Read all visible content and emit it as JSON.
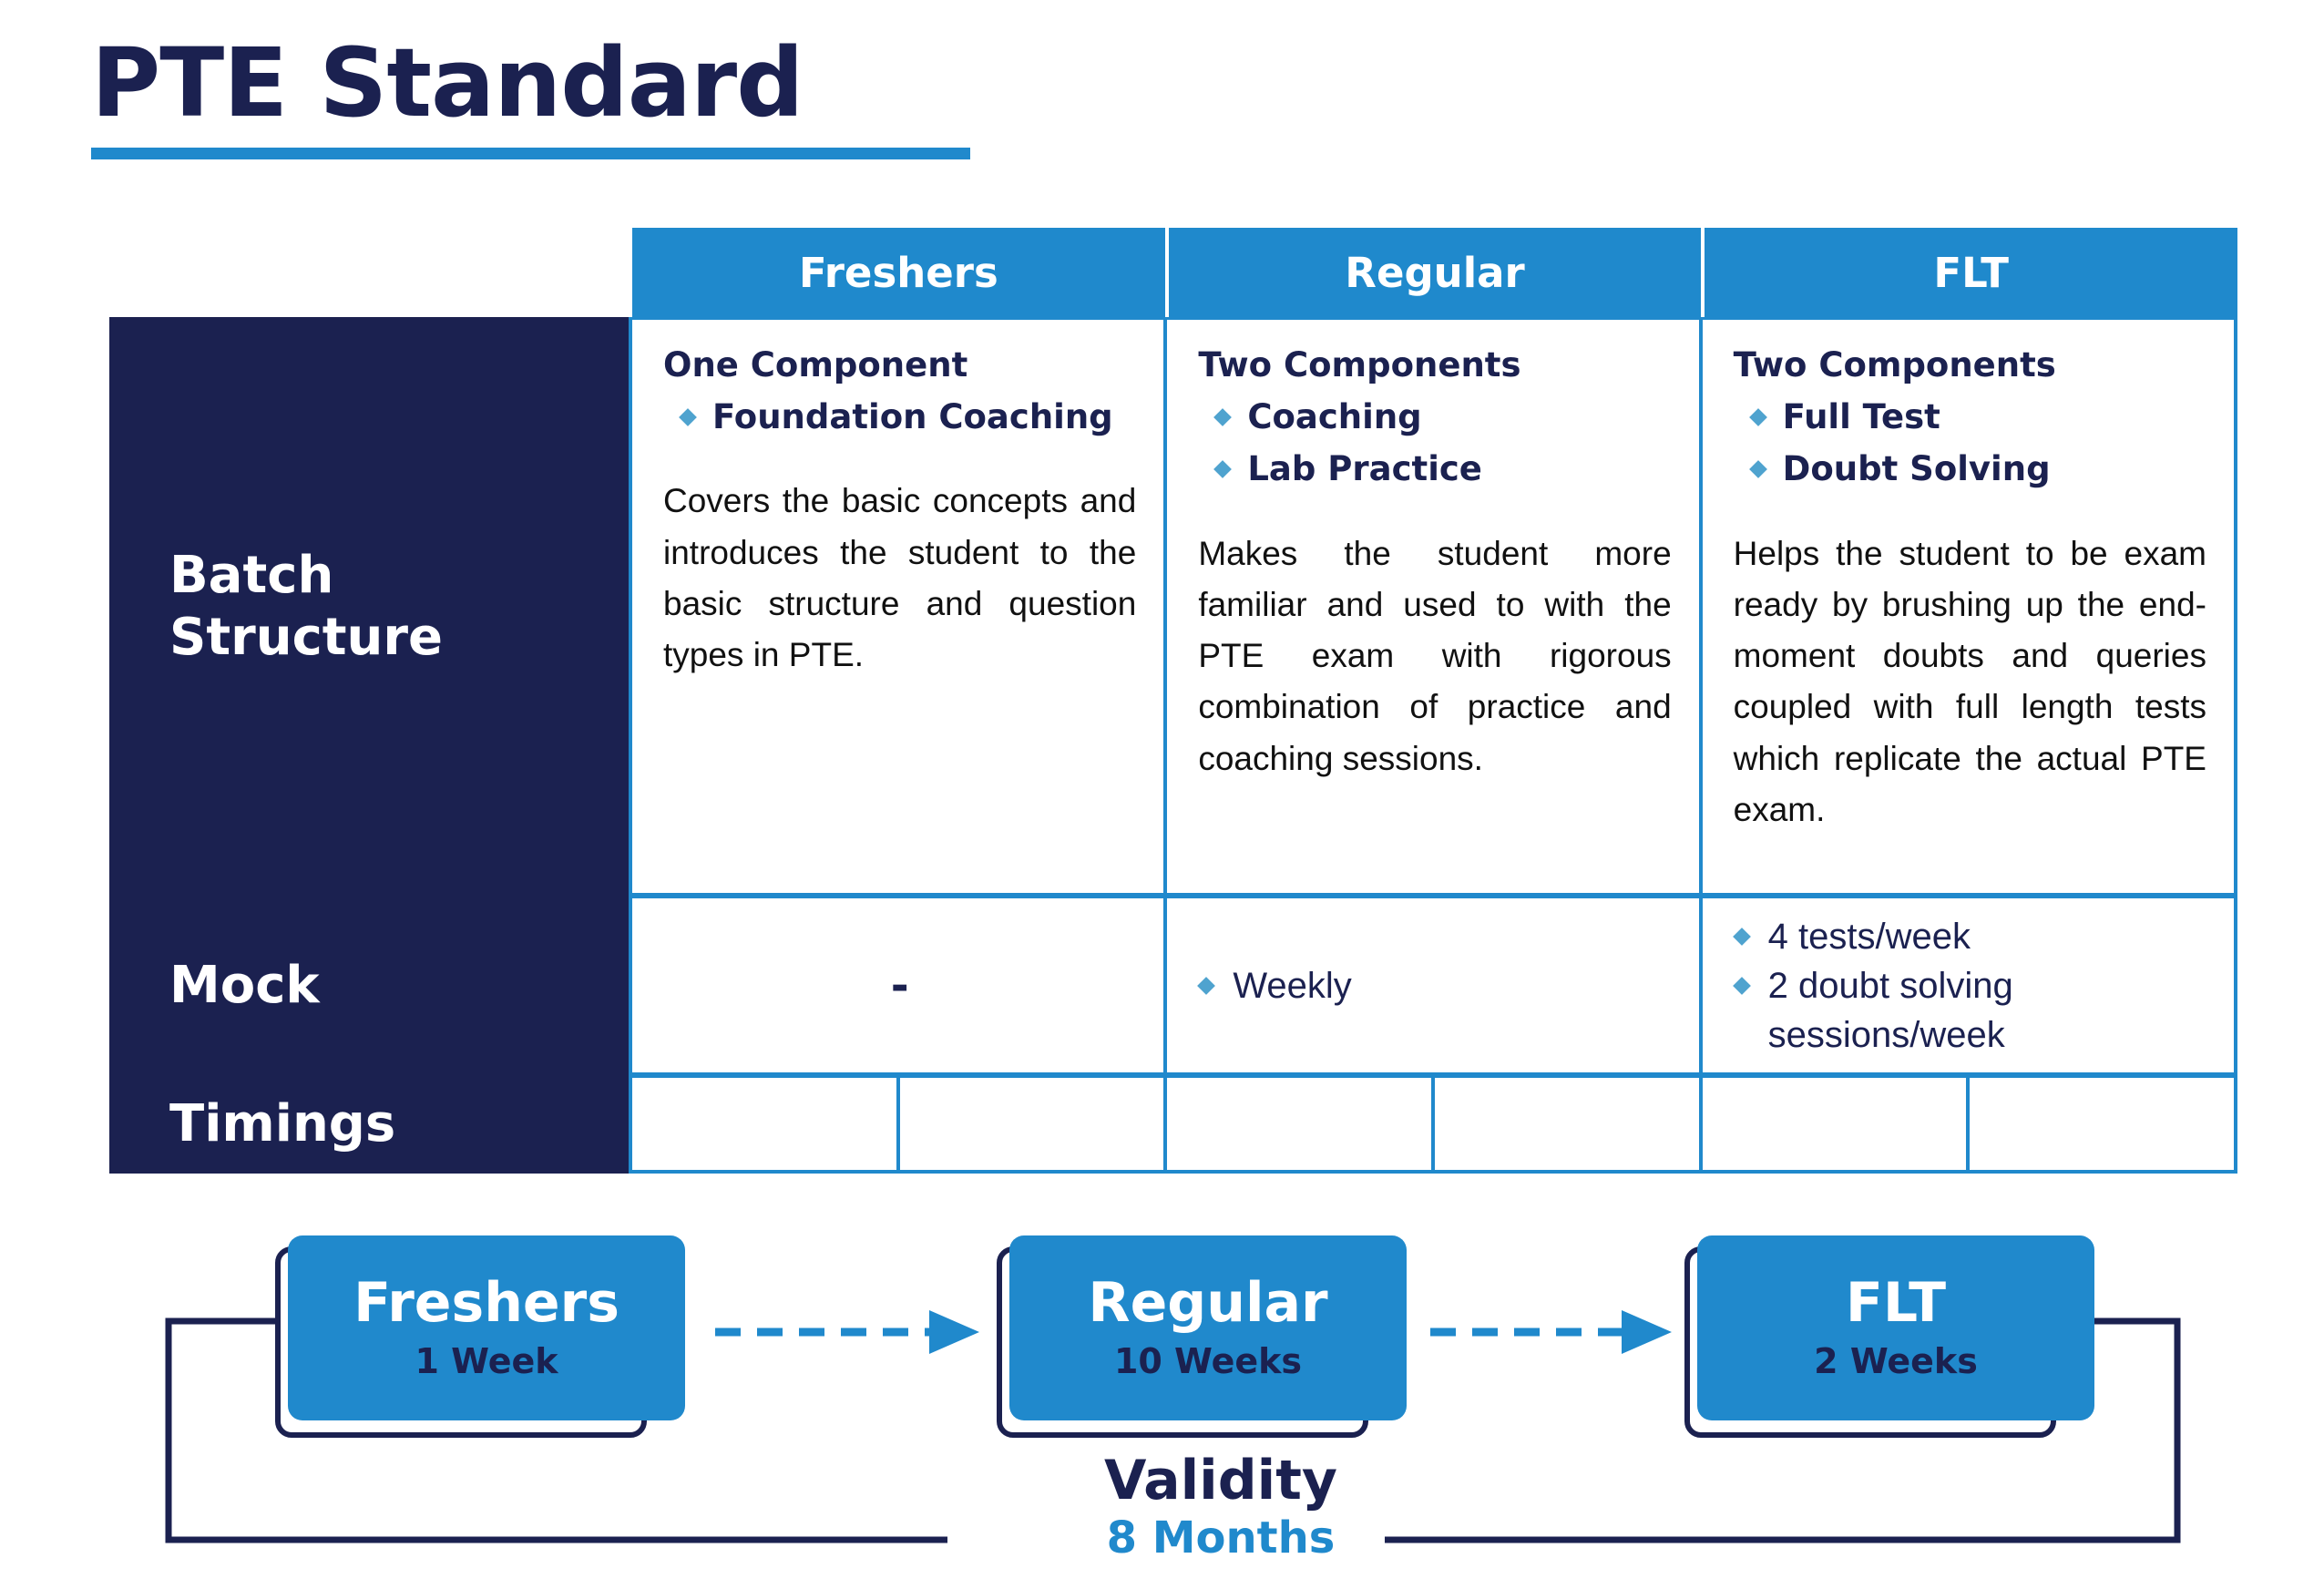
{
  "page": {
    "title": "PTE Standard",
    "accent_blue": "#2089cc",
    "navy": "#1b2150",
    "bullet_blue": "#4fa3cf",
    "header_blue": "#1f89cc"
  },
  "table": {
    "columns": [
      "Freshers",
      "Regular",
      "FLT"
    ],
    "rows": [
      {
        "label": "Batch\nStructure",
        "label_line1": "Batch",
        "label_line2": "Structure",
        "cells": [
          {
            "heading": "One Component",
            "bullets": [
              "Foundation Coaching"
            ],
            "paragraph": "Covers the basic concepts and introduces the student to the basic structure and question types in PTE."
          },
          {
            "heading": "Two Components",
            "bullets": [
              "Coaching",
              "Lab Practice"
            ],
            "paragraph": "Makes the student more familiar and used to with the PTE exam with rigorous combination of practice and coaching sessions."
          },
          {
            "heading": "Two Components",
            "bullets": [
              "Full Test",
              "Doubt Solving"
            ],
            "paragraph": "Helps the student to be exam ready by brushing up the end-moment doubts and queries coupled with full length tests which replicate the actual PTE exam."
          }
        ]
      },
      {
        "label": "Mock",
        "cells": [
          {
            "dash": "-",
            "bullets": []
          },
          {
            "dash": "",
            "bullets": [
              "Weekly"
            ]
          },
          {
            "dash": "",
            "bullets": [
              "4 tests/week",
              "2 doubt solving sessions/week"
            ]
          }
        ]
      },
      {
        "label": "Timings",
        "subcells": [
          "",
          "",
          "",
          "",
          "",
          ""
        ]
      }
    ]
  },
  "flow": {
    "steps": [
      {
        "name": "Freshers",
        "duration": "1 Week"
      },
      {
        "name": "Regular",
        "duration": "10 Weeks"
      },
      {
        "name": "FLT",
        "duration": "2 Weeks"
      }
    ],
    "arrows": [
      "dashed-arrow-right",
      "dashed-arrow-right"
    ],
    "validity_label": "Validity",
    "validity_value": "8 Months"
  }
}
